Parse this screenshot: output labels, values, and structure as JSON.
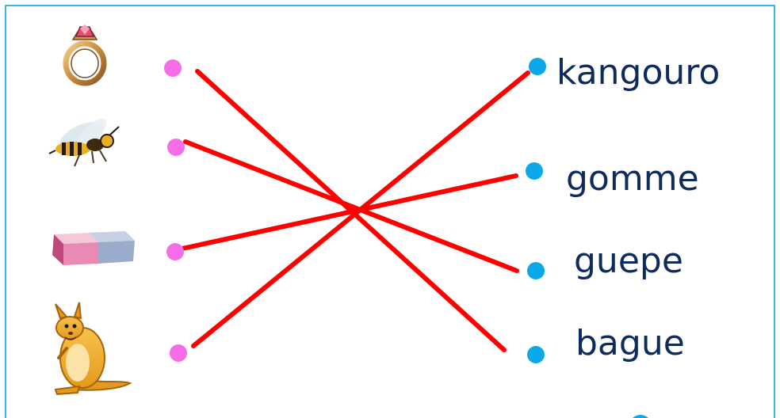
{
  "colors": {
    "frame_border": "#3ab8e6",
    "left_dot": "#f56ee8",
    "right_dot": "#0aa8e8",
    "connector_line": "#ff0000",
    "word_text": "#0d2b5c"
  },
  "pictures": [
    {
      "id": "ring",
      "icon": "ring-icon"
    },
    {
      "id": "wasp",
      "icon": "wasp-icon"
    },
    {
      "id": "eraser",
      "icon": "eraser-icon"
    },
    {
      "id": "kangaroo",
      "icon": "kangaroo-icon"
    }
  ],
  "words": [
    {
      "id": "kangouro",
      "label": "kangouro"
    },
    {
      "id": "gomme",
      "label": "gomme"
    },
    {
      "id": "guepe",
      "label": "guepe"
    },
    {
      "id": "bague",
      "label": "bague"
    }
  ],
  "matches": [
    {
      "picture": "ring",
      "word": "bague"
    },
    {
      "picture": "wasp",
      "word": "guepe"
    },
    {
      "picture": "eraser",
      "word": "gomme"
    },
    {
      "picture": "kangaroo",
      "word": "kangouro"
    }
  ]
}
